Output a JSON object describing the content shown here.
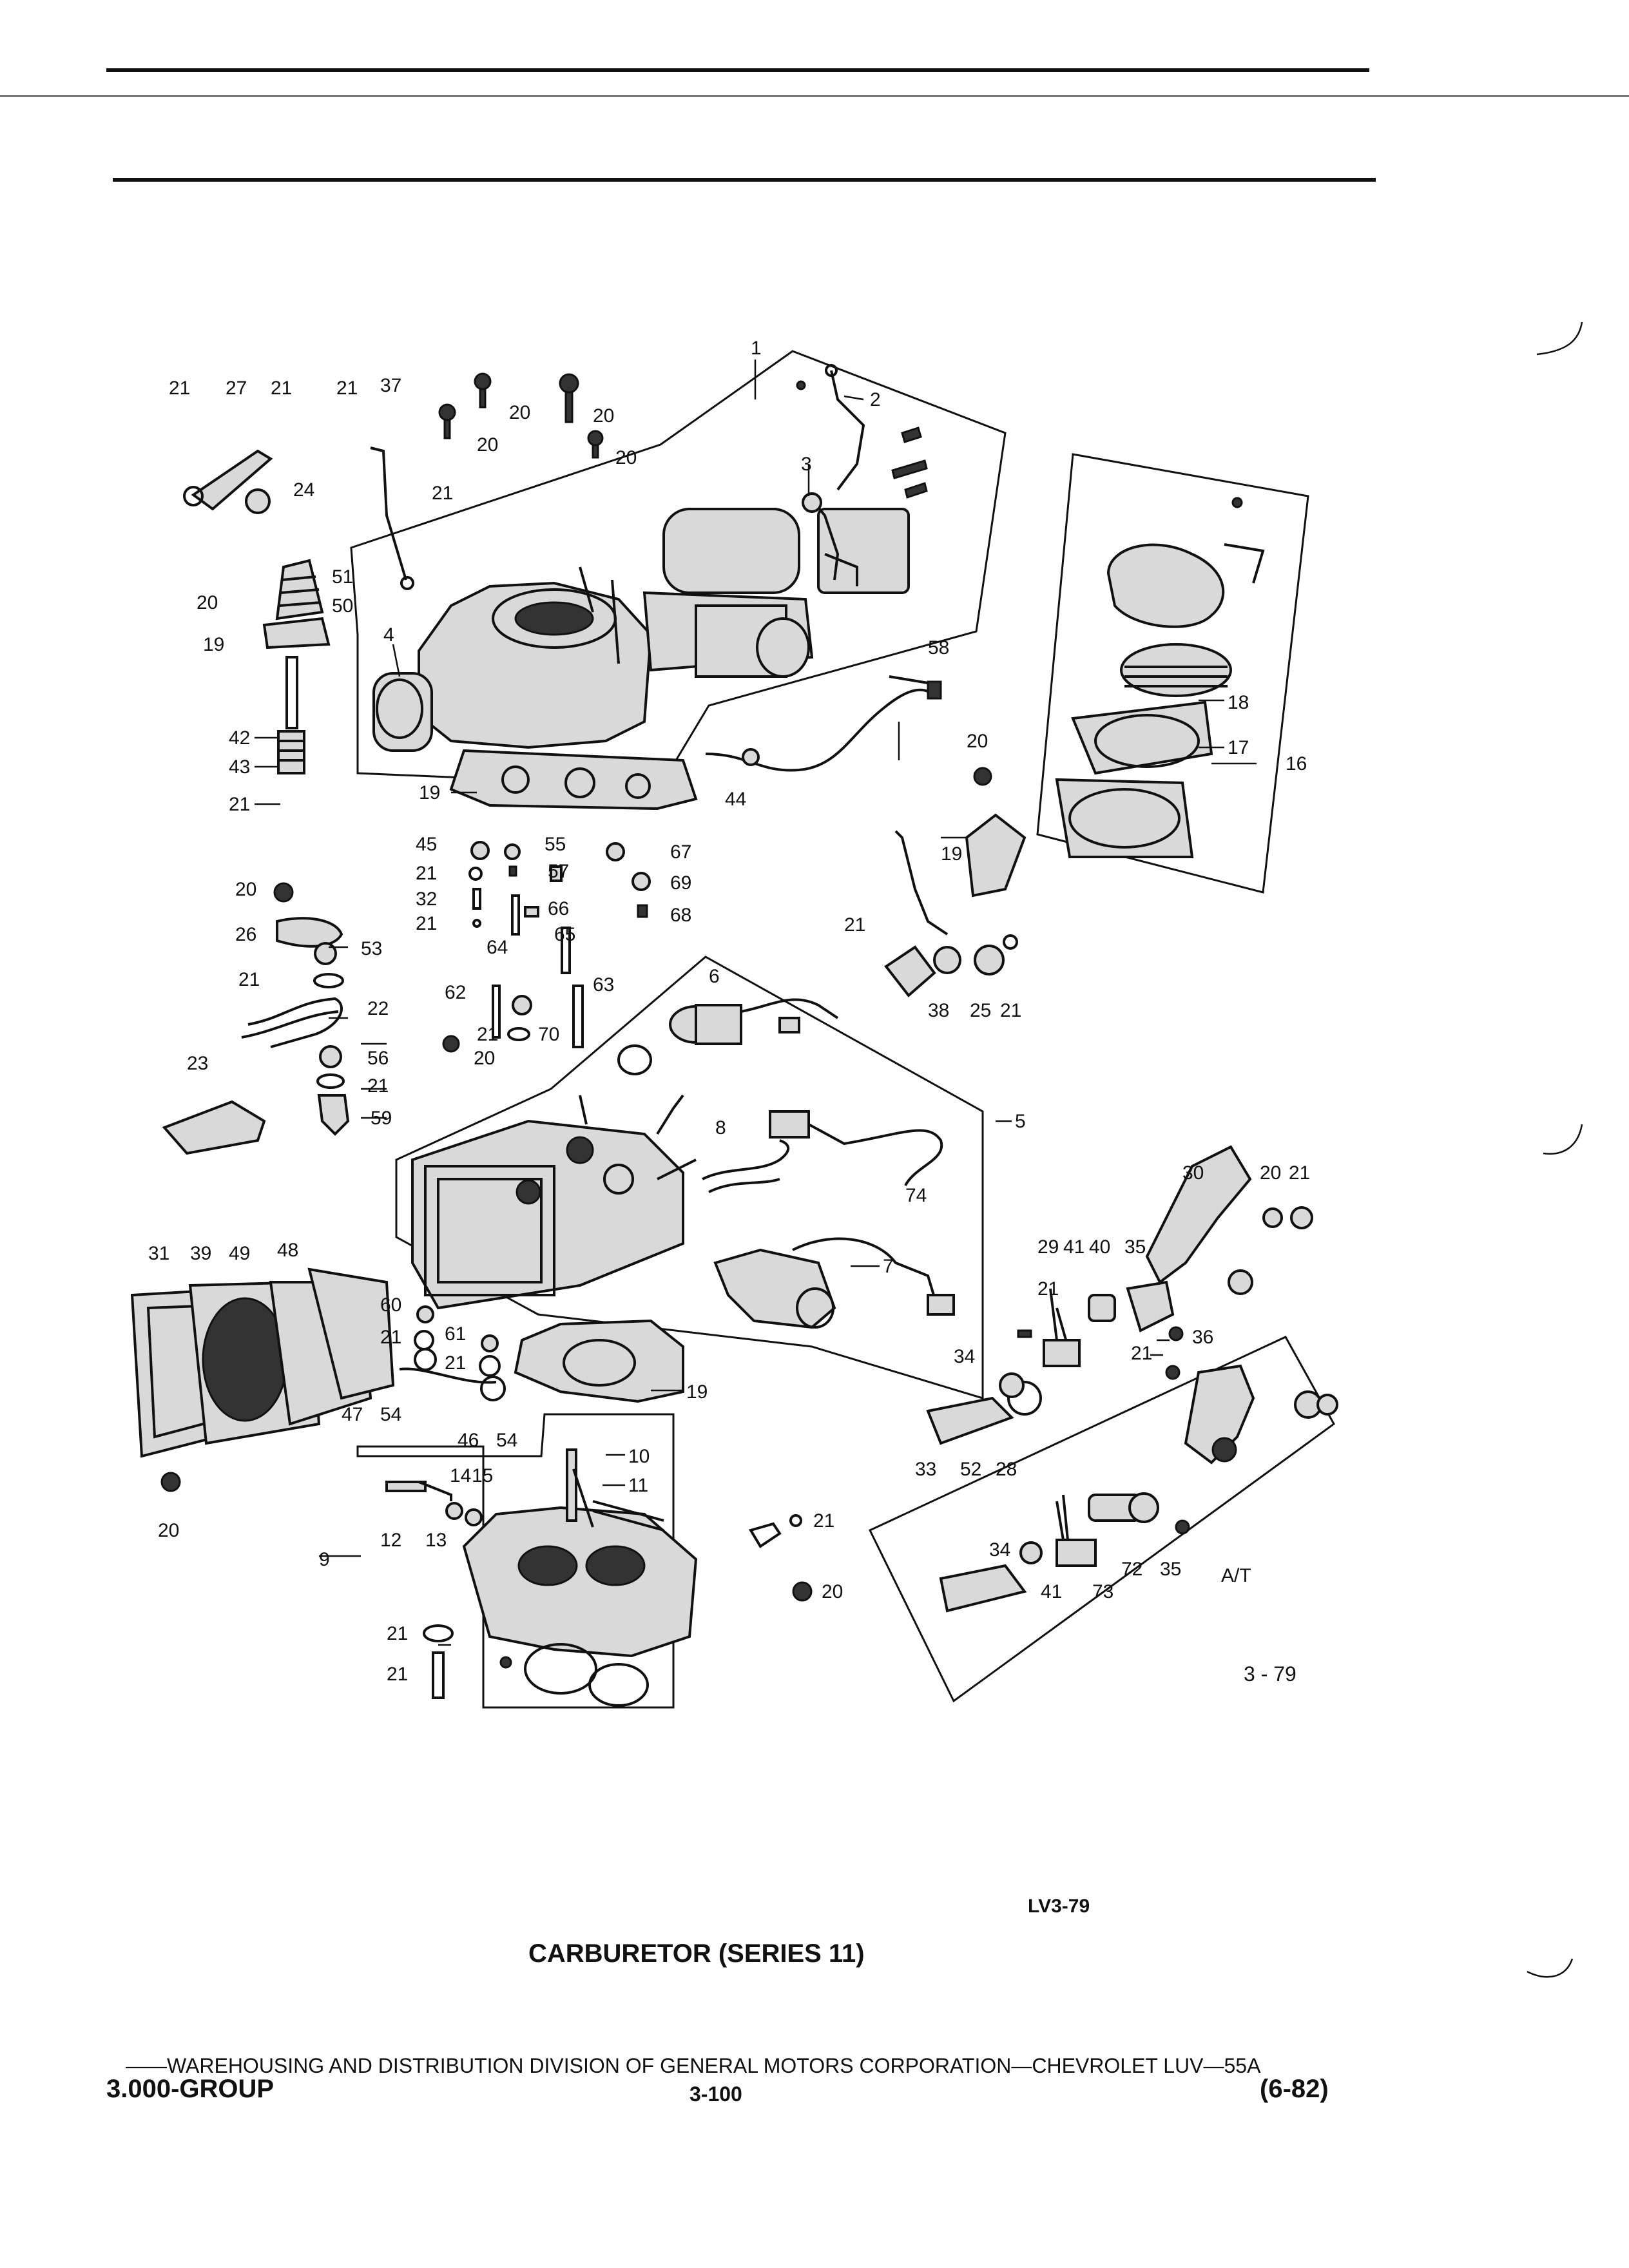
{
  "caption": "CARBURETOR (SERIES 11)",
  "figure_code": "3 - 79",
  "drawing_code": "LV3-79",
  "footer": {
    "division_line": "——WAREHOUSING AND DISTRIBUTION  DIVISION OF GENERAL MOTORS CORPORATION—CHEVROLET LUV—55A",
    "group": "3.000-GROUP",
    "page": "3-100",
    "date": "(6-82)"
  },
  "callouts": {
    "c1": "1",
    "c2": "2",
    "c3": "3",
    "c4": "4",
    "c5": "5",
    "c6": "6",
    "c7": "7",
    "c8": "8",
    "c9": "9",
    "c10": "10",
    "c11": "11",
    "c12": "12",
    "c13": "13",
    "c14": "14",
    "c15": "15",
    "c16": "16",
    "c17": "17",
    "c18": "18",
    "c19": "19",
    "c20": "20",
    "c21": "21",
    "c22": "22",
    "c23": "23",
    "c24": "24",
    "c25": "25",
    "c26": "26",
    "c27": "27",
    "c28": "28",
    "c29": "29",
    "c30": "30",
    "c31": "31",
    "c32": "32",
    "c33": "33",
    "c34": "34",
    "c35": "35",
    "c36": "36",
    "c37": "37",
    "c38": "38",
    "c39": "39",
    "c40": "40",
    "c41": "41",
    "c42": "42",
    "c43": "43",
    "c44": "44",
    "c45": "45",
    "c46": "46",
    "c47": "47",
    "c48": "48",
    "c49": "49",
    "c50": "50",
    "c51": "51",
    "c52": "52",
    "c53": "53",
    "c54": "54",
    "c55": "55",
    "c56": "56",
    "c57": "57",
    "c58": "58",
    "c59": "59",
    "c60": "60",
    "c61": "61",
    "c62": "62",
    "c63": "63",
    "c64": "64",
    "c65": "65",
    "c66": "66",
    "c67": "67",
    "c68": "68",
    "c69": "69",
    "c70": "70",
    "c72": "72",
    "c73": "73",
    "c74": "74",
    "at": "A/T"
  }
}
